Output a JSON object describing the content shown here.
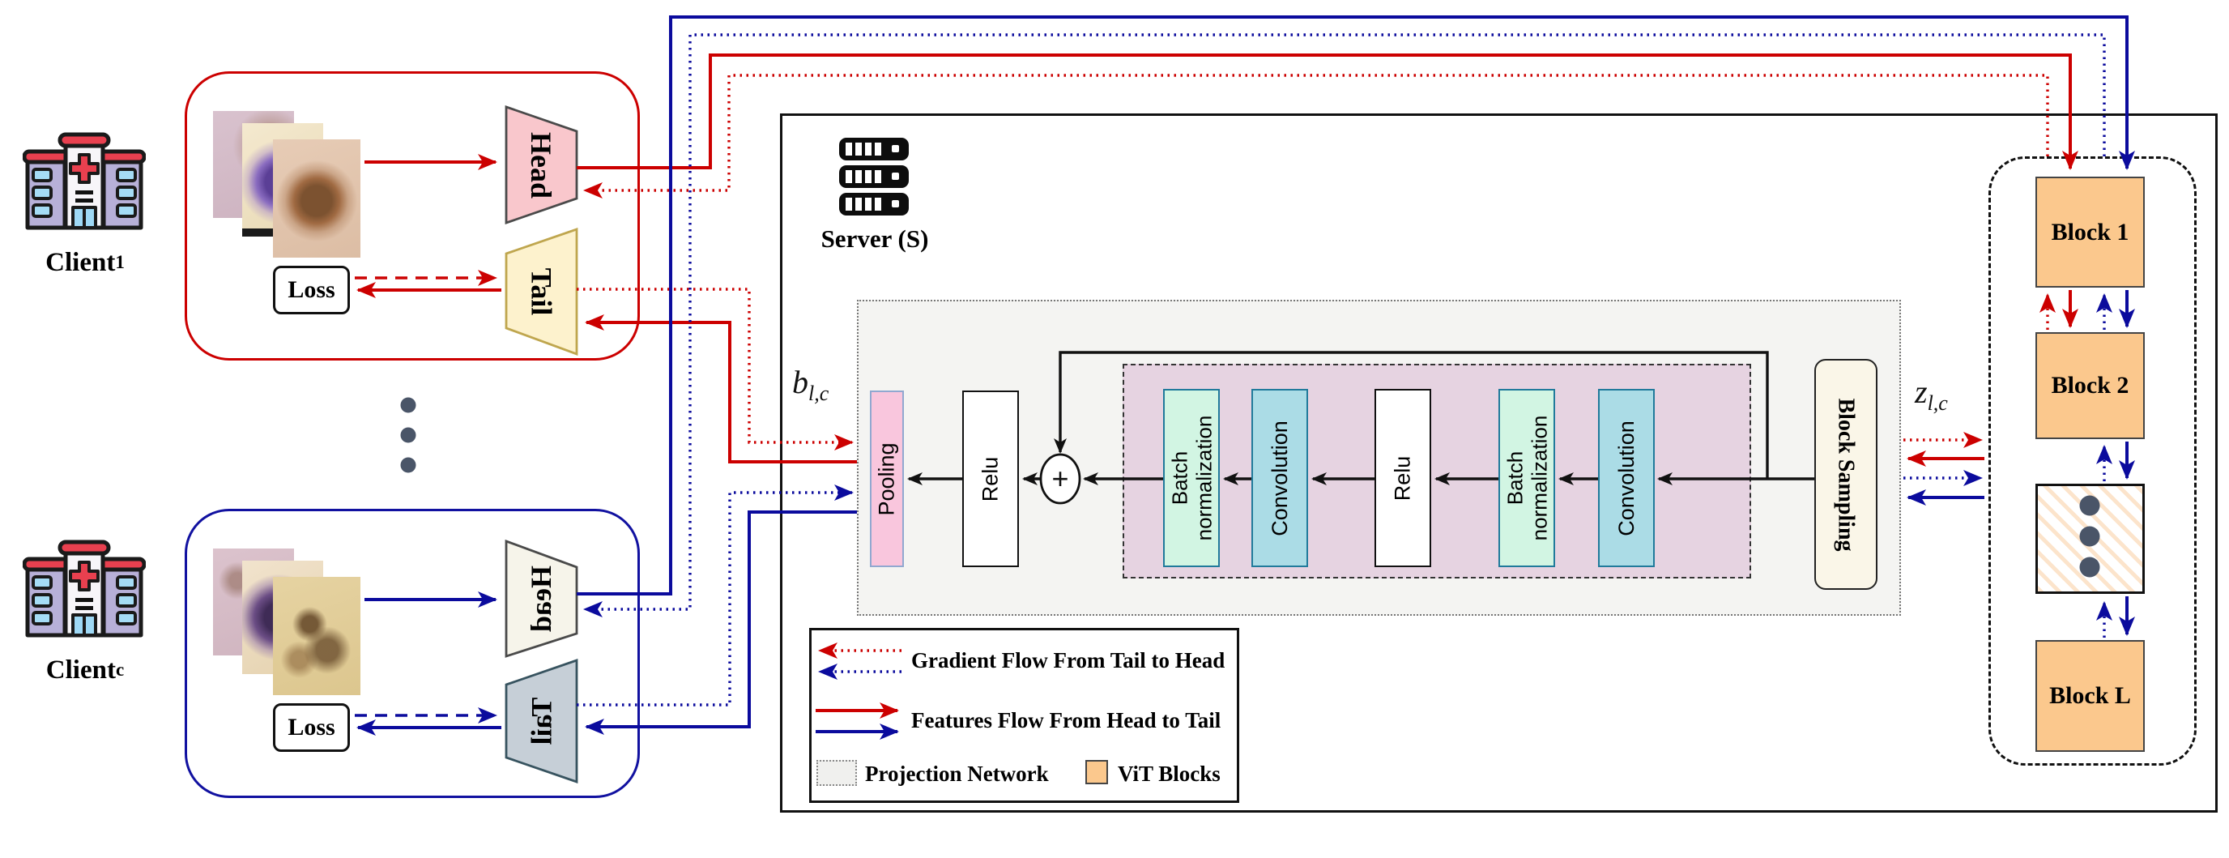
{
  "clients": [
    {
      "name": "Client",
      "sub": "1",
      "head": "Head",
      "tail": "Tail",
      "loss": "Loss"
    },
    {
      "name": "Client",
      "sub": "c",
      "head": "Head",
      "tail": "Tail",
      "loss": "Loss"
    }
  ],
  "server": {
    "title": "Server (S)",
    "projection": {
      "pooling": "Pooling",
      "relu_a": "Relu",
      "plus": "+",
      "bn_a": "Batch normalization",
      "conv_a": "Convolution",
      "relu_b": "Relu",
      "bn_b": "Batch normalization",
      "conv_b": "Convolution",
      "block_sampling": "Block Sampling"
    }
  },
  "math": {
    "b_base": "b",
    "b_sub": "l,c",
    "z_base": "z",
    "z_sub": "l,c"
  },
  "vit": {
    "block1": "Block 1",
    "block2": "Block 2",
    "blockL": "Block L"
  },
  "legend": {
    "gradient": "Gradient Flow From Tail to Head",
    "features": "Features Flow From  Head to Tail",
    "projection": "Projection Network",
    "vit": "ViT Blocks"
  },
  "icons": {
    "client": "hospital-icon",
    "server": "server-rack-icon",
    "ellipsis": "vertical-ellipsis-dots"
  },
  "colors": {
    "feature_red": "#cc0000",
    "feature_blue": "#0b0b9d",
    "vit_block": "#fbc88d",
    "projection_fill": "#f4f4f2",
    "pooling": "#f9c6dd",
    "batch_norm": "#d2f5e3",
    "convolution": "#abdce6",
    "residual_box": "#e6d3e1",
    "block_sampling": "#faf6e8",
    "head_client1": "#f9c7cc",
    "tail_client1": "#fdf2cd",
    "head_clientc": "#f6f4ea",
    "tail_clientc": "#c6cfd7"
  }
}
